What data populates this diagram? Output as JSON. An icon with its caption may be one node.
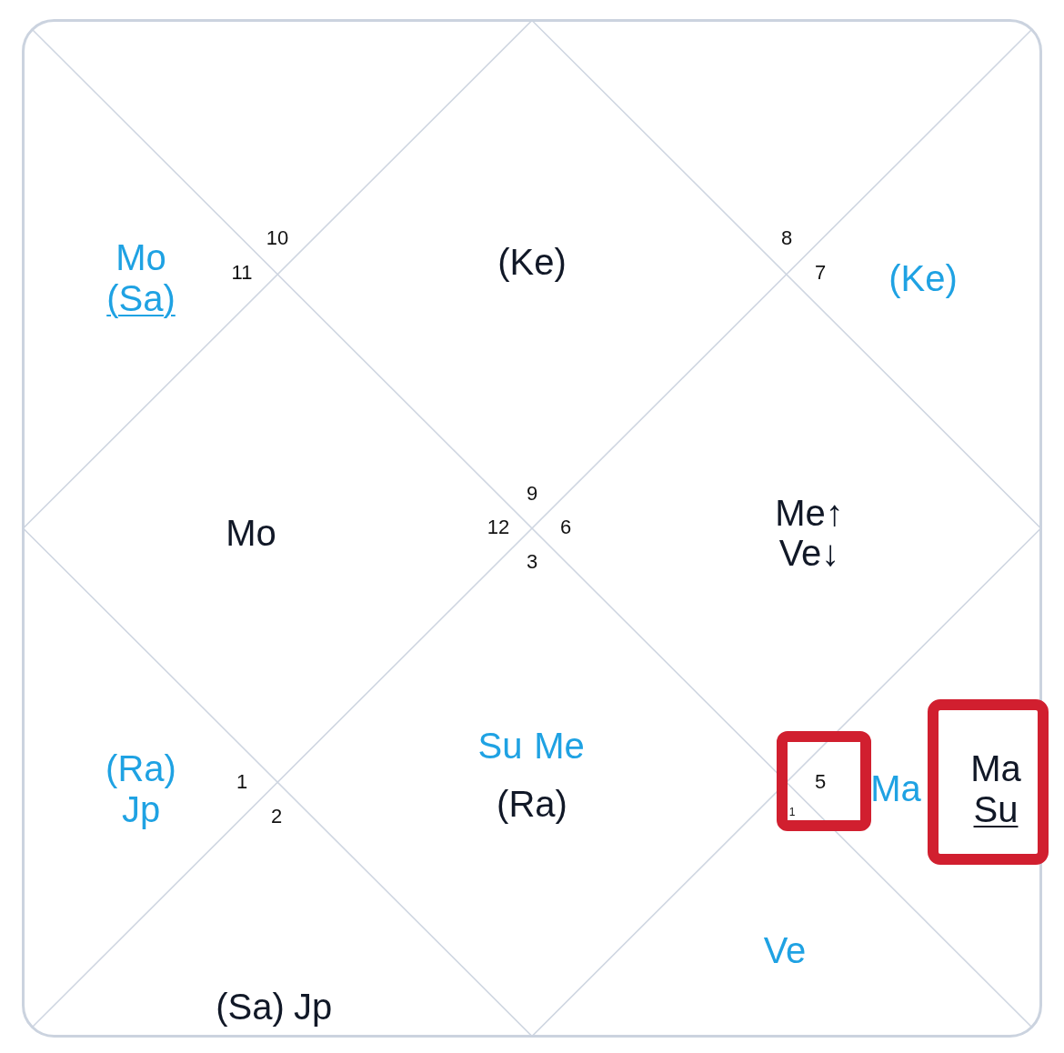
{
  "diagram": {
    "nodes": [
      {
        "text": [
          "5",
          "1"
        ]
      },
      {
        "text": [
          "Ma",
          "Su"
        ]
      }
    ],
    "labels": [
      "10",
      "8",
      "Mo",
      "11",
      "(Ke)",
      "7",
      "(Ke)",
      "(Sa)",
      "9",
      "Mo",
      "12",
      "6",
      "Me↑",
      "3",
      "Ve↓",
      "Su",
      "Me",
      "(Ra)",
      "1",
      "Ma",
      "Jp",
      "2",
      "(Ra)",
      "Ve",
      "(Sa)",
      "Jp"
    ]
  }
}
